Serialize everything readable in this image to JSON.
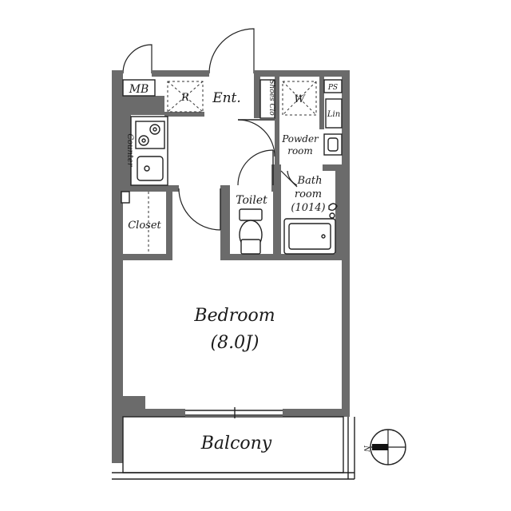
{
  "plan": {
    "rooms": {
      "mb": "MB",
      "refrigerator": "R",
      "entrance": "Ent.",
      "shoes_closet": "Shoes Clo",
      "washer": "W",
      "pipe_space": "PS",
      "linen": "Lin",
      "counter": "Counter",
      "powder_room_1": "Powder",
      "powder_room_2": "room",
      "closet": "Closet",
      "toilet": "Toilet",
      "bath_1": "Bath",
      "bath_2": "room",
      "bath_3": "(1014)",
      "bedroom": "Bedroom",
      "bedroom_size": "(8.0J)",
      "balcony": "Balcony"
    },
    "compass": {
      "label": "N"
    },
    "colors": {
      "wall": "#6b6b6b",
      "line": "#222222",
      "background": "#ffffff"
    }
  }
}
